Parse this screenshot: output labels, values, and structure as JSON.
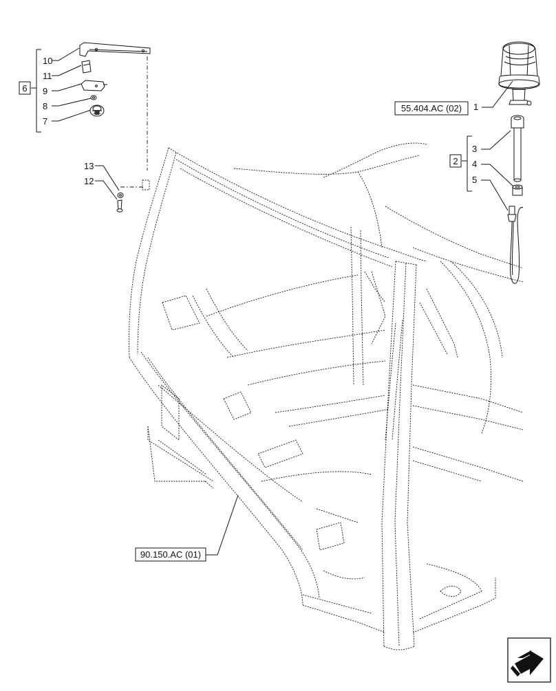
{
  "callouts": {
    "ref_cab_frame": "90.150.AC (01)",
    "ref_beacon": "55.404.AC (02)",
    "group_left": "6",
    "group_right": "2"
  },
  "items": {
    "n10": "10",
    "n11": "11",
    "n9": "9",
    "n8": "8",
    "n7": "7",
    "n13": "13",
    "n12": "12",
    "n1": "1",
    "n3": "3",
    "n4": "4",
    "n5": "5"
  },
  "icons": {
    "corner_arrow": "navigation-arrow-icon"
  }
}
